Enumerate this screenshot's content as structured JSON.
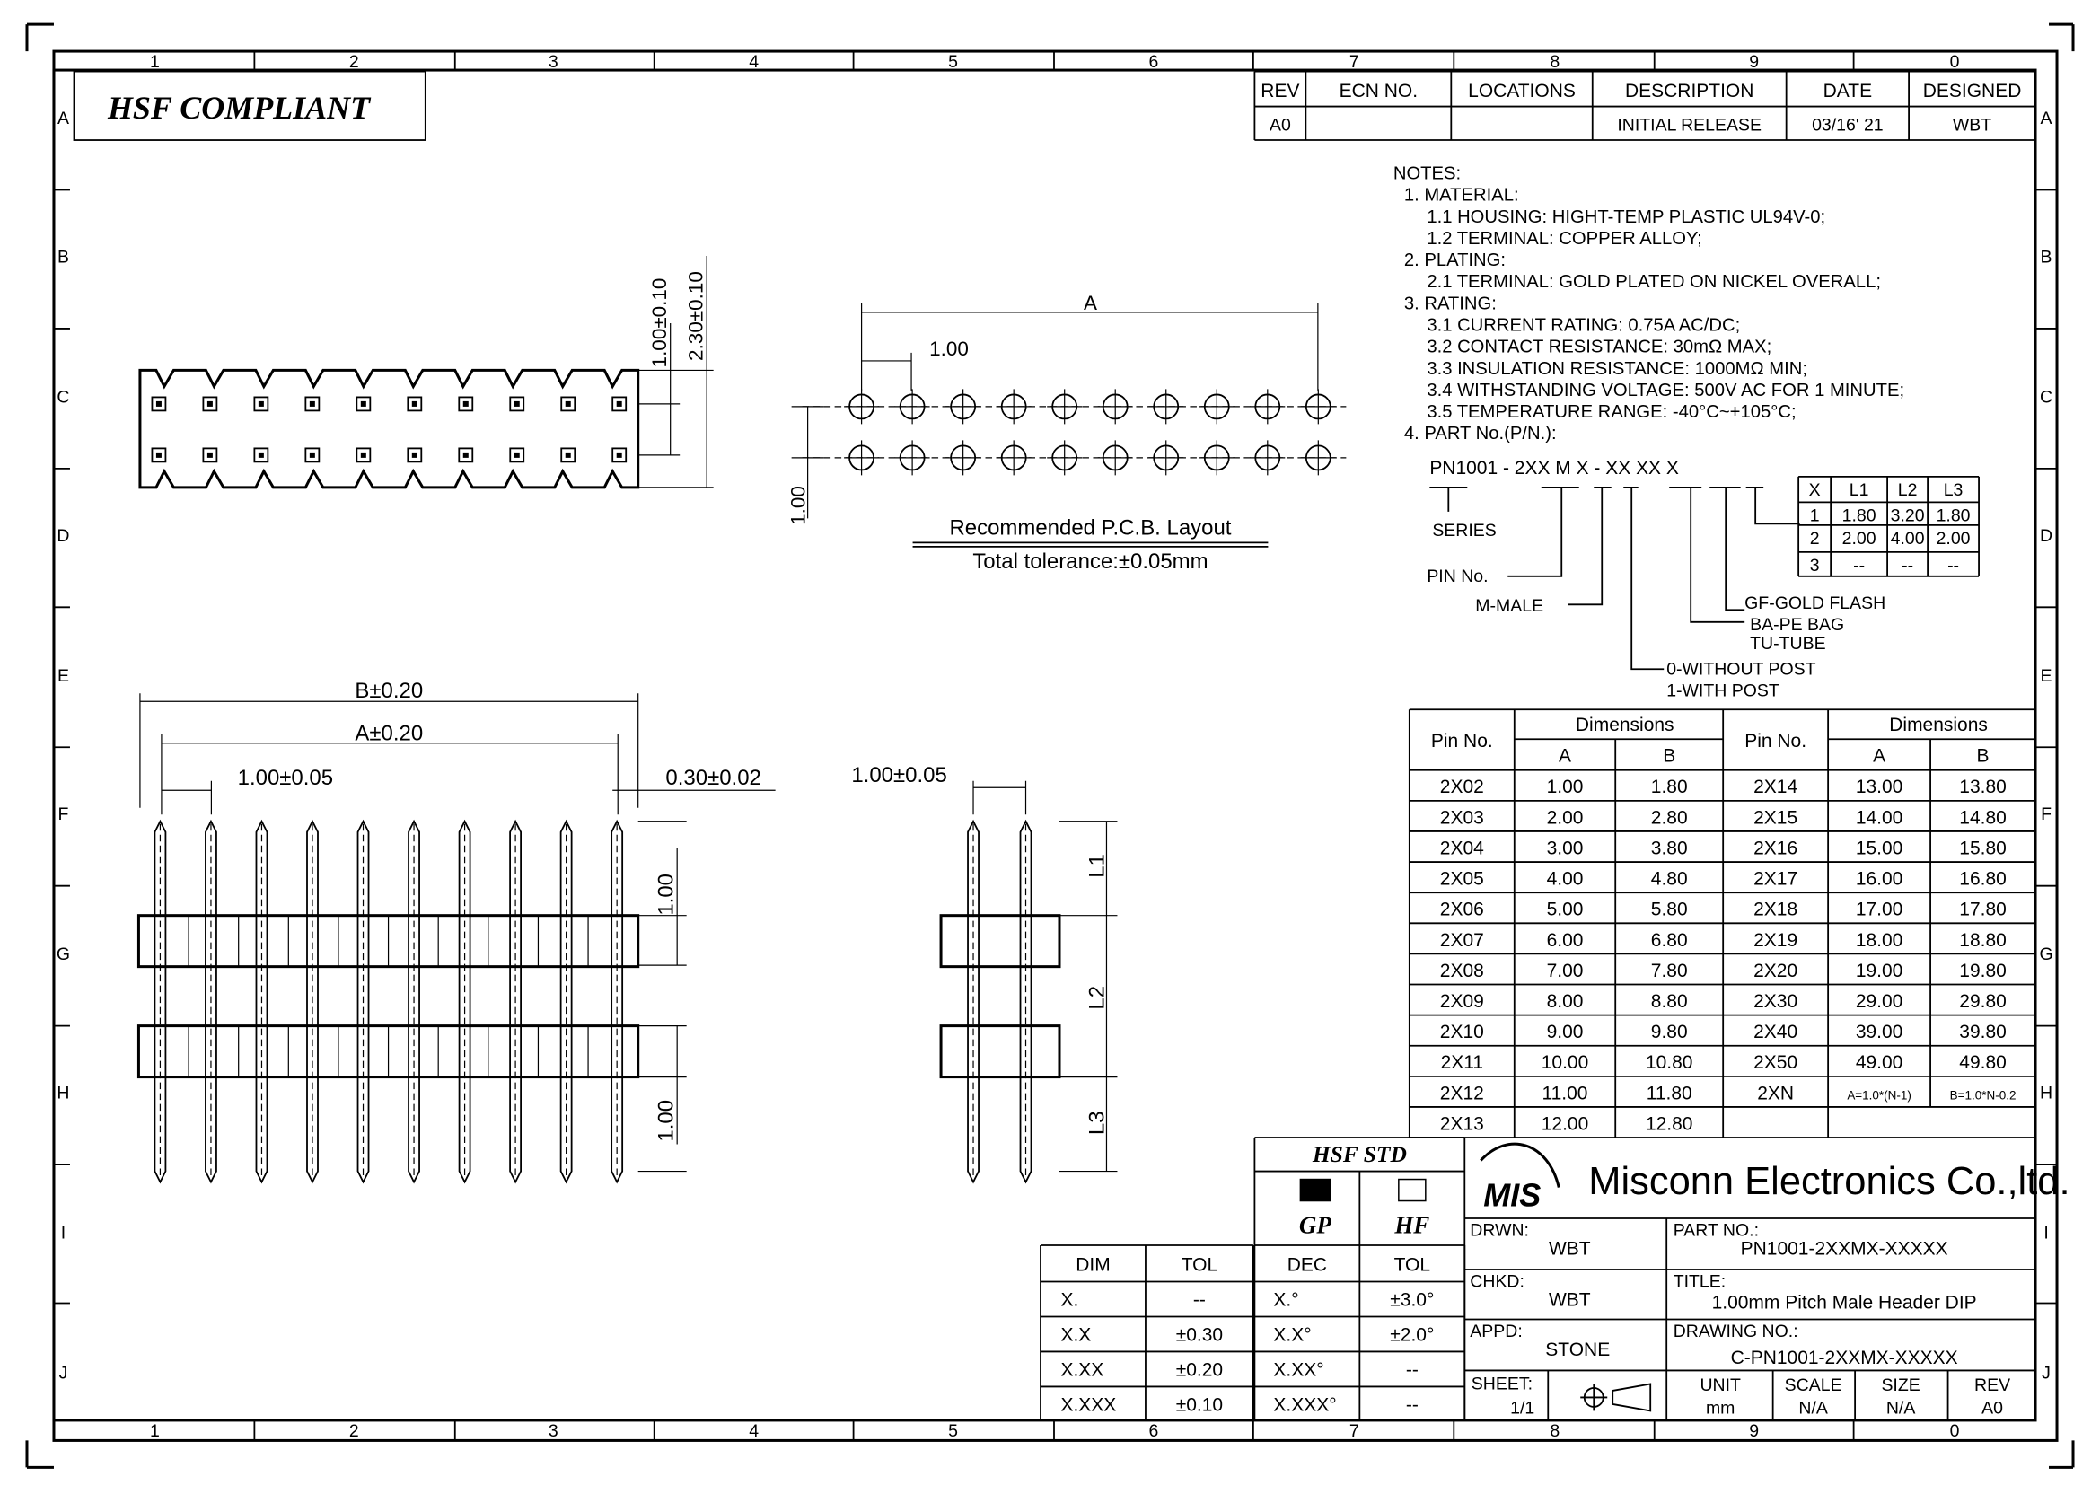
{
  "compliance_label": "HSF COMPLIANT",
  "zone_columns": [
    "1",
    "2",
    "3",
    "4",
    "5",
    "6",
    "7",
    "8",
    "9",
    "0"
  ],
  "zone_rows": [
    "A",
    "B",
    "C",
    "D",
    "E",
    "F",
    "G",
    "H",
    "I",
    "J"
  ],
  "revision_table": {
    "headers": [
      "REV",
      "ECN NO.",
      "LOCATIONS",
      "DESCRIPTION",
      "DATE",
      "DESIGNED"
    ],
    "row": [
      "A0",
      "",
      "",
      "INITIAL RELEASE",
      "03/16' 21",
      "WBT"
    ]
  },
  "notes": [
    "NOTES:",
    "1. MATERIAL:",
    "1.1 HOUSING:  HIGHT-TEMP  PLASTIC  UL94V-0;",
    "1.2 TERMINAL:  COPPER  ALLOY;",
    "2. PLATING:",
    "2.1 TERMINAL:  GOLD  PLATED  ON  NICKEL  OVERALL;",
    "3. RATING:",
    "3.1 CURRENT  RATING:  0.75A  AC/DC;",
    "3.2 CONTACT  RESISTANCE:  30mΩ  MAX;",
    "3.3 INSULATION  RESISTANCE:  1000MΩ  MIN;",
    "3.4 WITHSTANDING  VOLTAGE:  500V  AC  FOR  1  MINUTE;",
    "3.5 TEMPERATURE  RANGE:  -40°C~+105°C;",
    "4. PART No.(P/N.):"
  ],
  "part_code": {
    "code": "PN1001  -  2XX  M  X  -  XX  XX  X",
    "series": "SERIES",
    "pin_no": "PIN No.",
    "male": "M-MALE",
    "gold": "GF-GOLD FLASH",
    "bag": "BA-PE BAG",
    "tube": "TU-TUBE",
    "post0": "0-WITHOUT POST",
    "post1": "1-WITH POST",
    "length_table": {
      "headers": [
        "X",
        "L1",
        "L2",
        "L3"
      ],
      "rows": [
        [
          "1",
          "1.80",
          "3.20",
          "1.80"
        ],
        [
          "2",
          "2.00",
          "4.00",
          "2.00"
        ],
        [
          "3",
          "--",
          "--",
          "--"
        ]
      ]
    }
  },
  "top_view": {
    "dim_1": "1.00±0.10",
    "dim_2": "2.30±0.10"
  },
  "pcb_layout": {
    "dim_a": "A",
    "pitch": "1.00",
    "row_pitch": "1.00",
    "caption": "Recommended  P.C.B.  Layout",
    "tolerance": "Total  tolerance:±0.05mm",
    "pins_per_row": 10
  },
  "front_view": {
    "dim_b": "B±0.20",
    "dim_a": "A±0.20",
    "pitch": "1.00±0.05",
    "pin_width": "0.30±0.02",
    "dim_top": "1.00",
    "dim_bottom": "1.00",
    "pins_per_row": 10
  },
  "side_view": {
    "pitch": "1.00±0.05",
    "l1": "L1",
    "l2": "L2",
    "l3": "L3"
  },
  "dimension_table": {
    "group_headers": [
      "Pin  No.",
      "Dimensions",
      "Pin  No.",
      "Dimensions"
    ],
    "sub_headers": [
      "A",
      "B",
      "A",
      "B"
    ],
    "rows": [
      [
        "2X02",
        "1.00",
        "1.80",
        "2X14",
        "13.00",
        "13.80"
      ],
      [
        "2X03",
        "2.00",
        "2.80",
        "2X15",
        "14.00",
        "14.80"
      ],
      [
        "2X04",
        "3.00",
        "3.80",
        "2X16",
        "15.00",
        "15.80"
      ],
      [
        "2X05",
        "4.00",
        "4.80",
        "2X17",
        "16.00",
        "16.80"
      ],
      [
        "2X06",
        "5.00",
        "5.80",
        "2X18",
        "17.00",
        "17.80"
      ],
      [
        "2X07",
        "6.00",
        "6.80",
        "2X19",
        "18.00",
        "18.80"
      ],
      [
        "2X08",
        "7.00",
        "7.80",
        "2X20",
        "19.00",
        "19.80"
      ],
      [
        "2X09",
        "8.00",
        "8.80",
        "2X30",
        "29.00",
        "29.80"
      ],
      [
        "2X10",
        "9.00",
        "9.80",
        "2X40",
        "39.00",
        "39.80"
      ],
      [
        "2X11",
        "10.00",
        "10.80",
        "2X50",
        "49.00",
        "49.80"
      ],
      [
        "2X12",
        "11.00",
        "11.80",
        "2XN",
        "A=1.0*(N-1)",
        "B=1.0*N-0.2"
      ],
      [
        "2X13",
        "12.00",
        "12.80",
        "",
        "",
        ""
      ]
    ]
  },
  "tolerance_table": {
    "headers": [
      "DIM",
      "TOL",
      "DEC",
      "TOL"
    ],
    "rows": [
      [
        "X.",
        "--",
        "X.°",
        "±3.0°"
      ],
      [
        "X.X",
        "±0.30",
        "X.X°",
        "±2.0°"
      ],
      [
        "X.XX",
        "±0.20",
        "X.XX°",
        "--"
      ],
      [
        "X.XXX",
        "±0.10",
        "X.XXX°",
        "--"
      ]
    ]
  },
  "hsf_std": {
    "title": "HSF  STD",
    "gp": "GP",
    "hf": "HF",
    "gp_checked": true,
    "hf_checked": false
  },
  "title_block": {
    "logo": "MIS",
    "company": "Misconn Electronics Co.,ltd.",
    "drwn_label": "DRWN:",
    "drwn": "WBT",
    "chkd_label": "CHKD:",
    "chkd": "WBT",
    "appd_label": "APPD:",
    "appd": "STONE",
    "part_label": "PART  NO.:",
    "part": "PN1001-2XXMX-XXXXX",
    "title_label": "TITLE:",
    "title": "1.00mm  Pitch  Male  Header  DIP",
    "drawing_label": "DRAWING  NO.:",
    "drawing": "C-PN1001-2XXMX-XXXXX",
    "sheet_label": "SHEET:",
    "sheet": "1/1",
    "unit_label": "UNIT",
    "unit": "mm",
    "scale_label": "SCALE",
    "scale": "N/A",
    "size_label": "SIZE",
    "size": "N/A",
    "rev_label": "REV",
    "rev": "A0"
  }
}
